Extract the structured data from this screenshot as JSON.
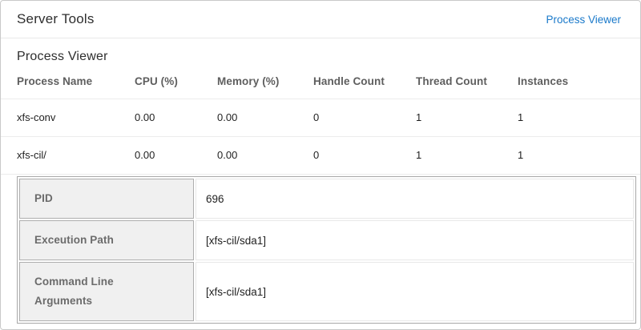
{
  "header": {
    "title": "Server Tools",
    "link_label": "Process Viewer"
  },
  "section": {
    "title": "Process Viewer"
  },
  "process_table": {
    "columns": [
      "Process Name",
      "CPU (%)",
      "Memory (%)",
      "Handle Count",
      "Thread Count",
      "Instances"
    ],
    "rows": [
      {
        "name": "xfs-conv",
        "cpu": "0.00",
        "memory": "0.00",
        "handle_count": "0",
        "thread_count": "1",
        "instances": "1"
      },
      {
        "name": "xfs-cil/",
        "cpu": "0.00",
        "memory": "0.00",
        "handle_count": "0",
        "thread_count": "1",
        "instances": "1"
      }
    ]
  },
  "detail_panel": {
    "rows": [
      {
        "label": "PID",
        "value": "696"
      },
      {
        "label": "Exceution Path",
        "value": "[xfs-cil/sda1]"
      },
      {
        "label": "Command Line Arguments",
        "value": "[xfs-cil/sda1]"
      }
    ]
  },
  "colors": {
    "link_blue": "#1a79ca",
    "detail_label_background": "#f0f0f0",
    "detail_border": "#a8a8a8",
    "row_divider": "#ececec",
    "header_text": "#5e5e5e",
    "body_text": "#1f1f1f"
  }
}
